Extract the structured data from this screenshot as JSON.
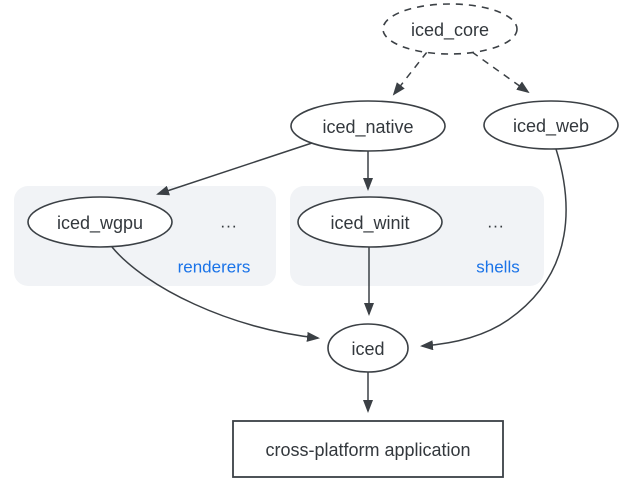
{
  "diagram": {
    "colors": {
      "background": "#ffffff",
      "node_fill": "#ffffff",
      "stroke": "#3b4045",
      "text": "#33383d",
      "group_fill": "#f1f3f6",
      "group_label_blue": "#1a73e8"
    },
    "nodes": {
      "iced_core": {
        "label": "iced_core",
        "shape": "ellipse",
        "border": "dashed"
      },
      "iced_native": {
        "label": "iced_native",
        "shape": "ellipse",
        "border": "solid"
      },
      "iced_web": {
        "label": "iced_web",
        "shape": "ellipse",
        "border": "solid"
      },
      "iced_wgpu": {
        "label": "iced_wgpu",
        "shape": "ellipse",
        "border": "solid",
        "group": "renderers"
      },
      "iced_winit": {
        "label": "iced_winit",
        "shape": "ellipse",
        "border": "solid",
        "group": "shells"
      },
      "iced": {
        "label": "iced",
        "shape": "ellipse",
        "border": "solid"
      },
      "app": {
        "label": "cross-platform application",
        "shape": "rectangle",
        "border": "solid"
      }
    },
    "groups": {
      "renderers": {
        "label": "renderers",
        "ellipsis": "..."
      },
      "shells": {
        "label": "shells",
        "ellipsis": "..."
      }
    },
    "edges": [
      {
        "from": "iced_core",
        "to": "iced_native",
        "style": "dashed"
      },
      {
        "from": "iced_core",
        "to": "iced_web",
        "style": "dashed"
      },
      {
        "from": "iced_native",
        "to": "iced_wgpu",
        "style": "solid"
      },
      {
        "from": "iced_native",
        "to": "iced_winit",
        "style": "solid"
      },
      {
        "from": "iced_wgpu",
        "to": "iced",
        "style": "solid"
      },
      {
        "from": "iced_winit",
        "to": "iced",
        "style": "solid"
      },
      {
        "from": "iced_web",
        "to": "iced",
        "style": "solid"
      },
      {
        "from": "iced",
        "to": "app",
        "style": "solid"
      }
    ]
  }
}
